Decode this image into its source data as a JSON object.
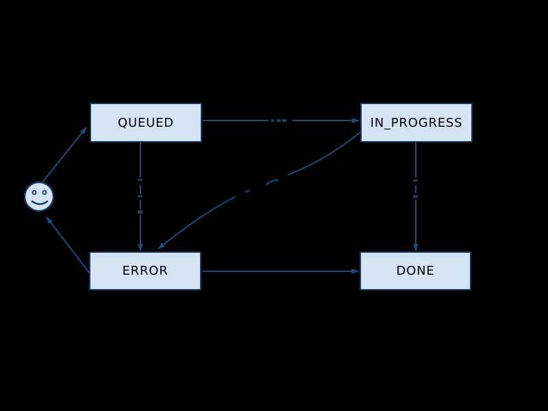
{
  "diagram": {
    "type": "state-machine",
    "nodes": [
      {
        "id": "queued",
        "label": "QUEUED"
      },
      {
        "id": "in_progress",
        "label": "IN_PROGRESS"
      },
      {
        "id": "error",
        "label": "ERROR"
      },
      {
        "id": "done",
        "label": "DONE"
      },
      {
        "id": "actor",
        "label": "",
        "icon": "smiley-face-icon"
      }
    ],
    "edges": [
      {
        "from": "actor",
        "to": "queued",
        "label": ""
      },
      {
        "from": "queued",
        "to": "in_progress",
        "label": ""
      },
      {
        "from": "queued",
        "to": "error",
        "label": ""
      },
      {
        "from": "in_progress",
        "to": "error",
        "label": ""
      },
      {
        "from": "in_progress",
        "to": "done",
        "label": ""
      },
      {
        "from": "error",
        "to": "done",
        "label": ""
      },
      {
        "from": "error",
        "to": "actor",
        "label": ""
      }
    ],
    "edge_labels_visible": false,
    "colors": {
      "background": "#000000",
      "node_fill": "#d5e4f3",
      "node_border": "#17375e",
      "node_text": "#000000",
      "edge": "#1d4c78",
      "edge_dim": "#16436b"
    }
  }
}
